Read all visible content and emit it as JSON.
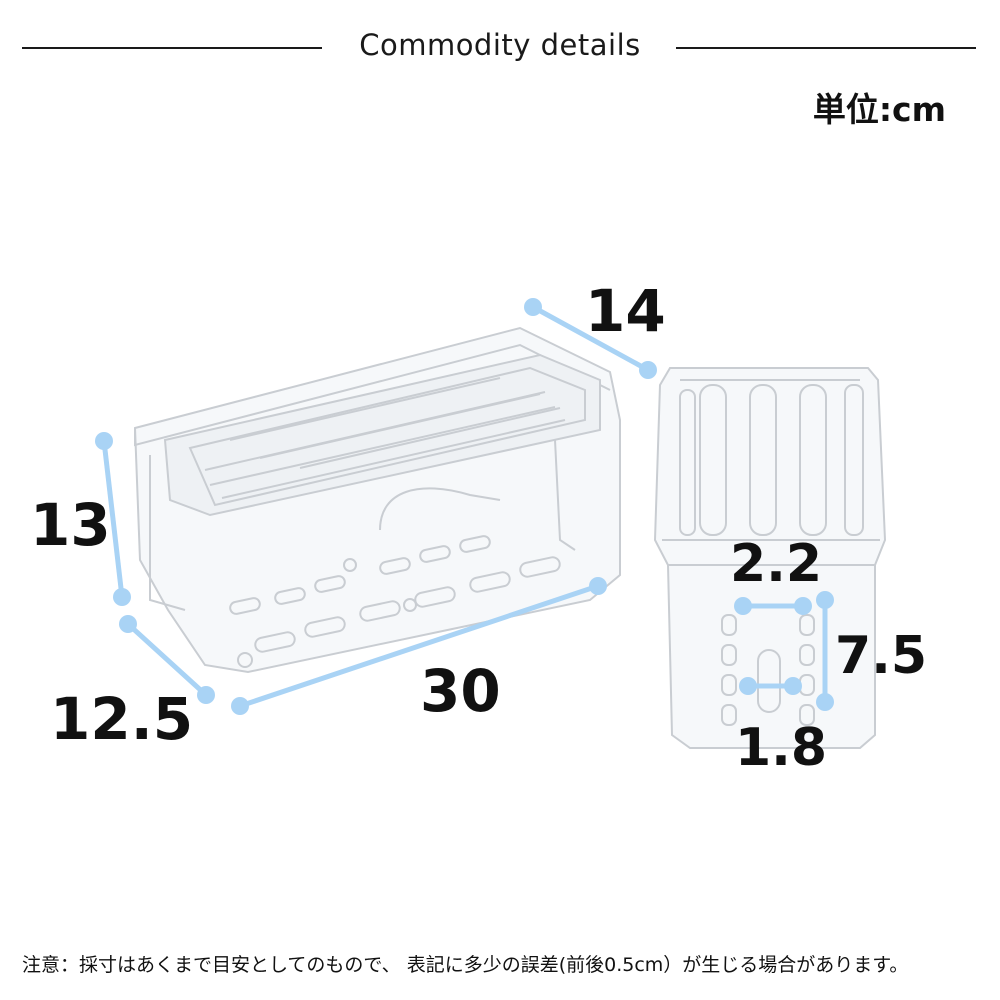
{
  "header": {
    "title": "Commodity details",
    "unit_label": "単位:cm"
  },
  "dimensions": {
    "depth": "14",
    "height": "13",
    "width_short": "12.5",
    "length": "30",
    "slot_width_top": "2.2",
    "slot_height": "7.5",
    "slot_width_bottom": "1.8"
  },
  "footnote": "注意：採寸はあくまで目安としてのもので、 表記に多少の誤差(前後0.5cm）が生じる場合があります。",
  "colors": {
    "dimension_line": "#a9d3f5",
    "rule": "#1a1a1a",
    "plastic_edge": "#c9cdd2",
    "plastic_fill": "#f4f6f8"
  }
}
